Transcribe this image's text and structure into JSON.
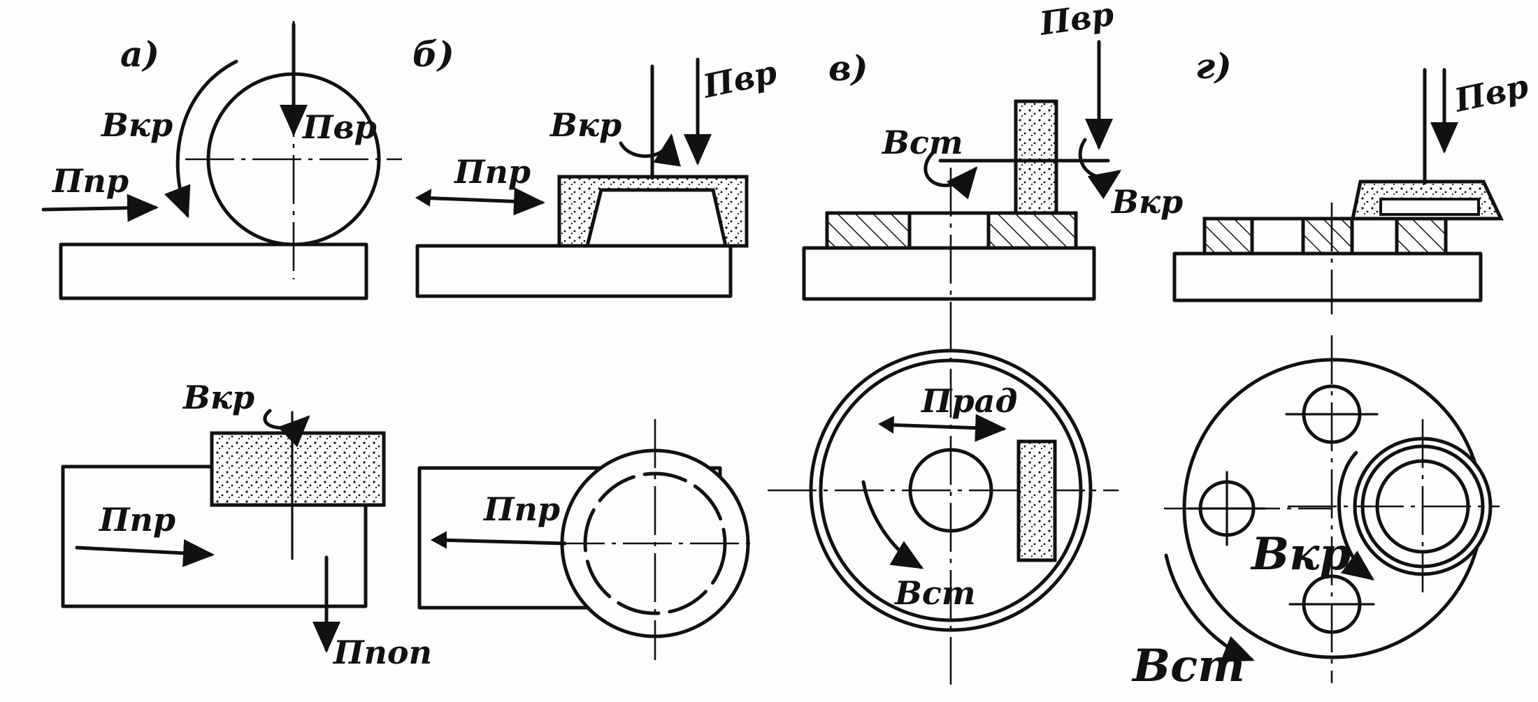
{
  "figure": {
    "panels": [
      {
        "id": "a",
        "label": "а)"
      },
      {
        "id": "b",
        "label": "б)"
      },
      {
        "id": "v",
        "label": "в)"
      },
      {
        "id": "g",
        "label": "г)"
      }
    ],
    "labels": {
      "a_vkr": "Вкр",
      "a_pvr": "Пвр",
      "a_ppr": "Ппр",
      "b_vkr": "Вкр",
      "b_pvr": "Пвр",
      "b_ppr": "Ппр",
      "v_vst": "Вст",
      "v_pvr": "Пвр",
      "v_vkr": "Вкр",
      "g_pvr": "Пвр",
      "a2_vkr": "Вкр",
      "a2_ppr": "Ппр",
      "a2_ppop": "Ппоп",
      "b2_ppr": "Ппр",
      "v2_prad": "Прад",
      "v2_vst": "Вст",
      "g2_vkr": "Вкр",
      "g2_vst": "Вст"
    }
  }
}
